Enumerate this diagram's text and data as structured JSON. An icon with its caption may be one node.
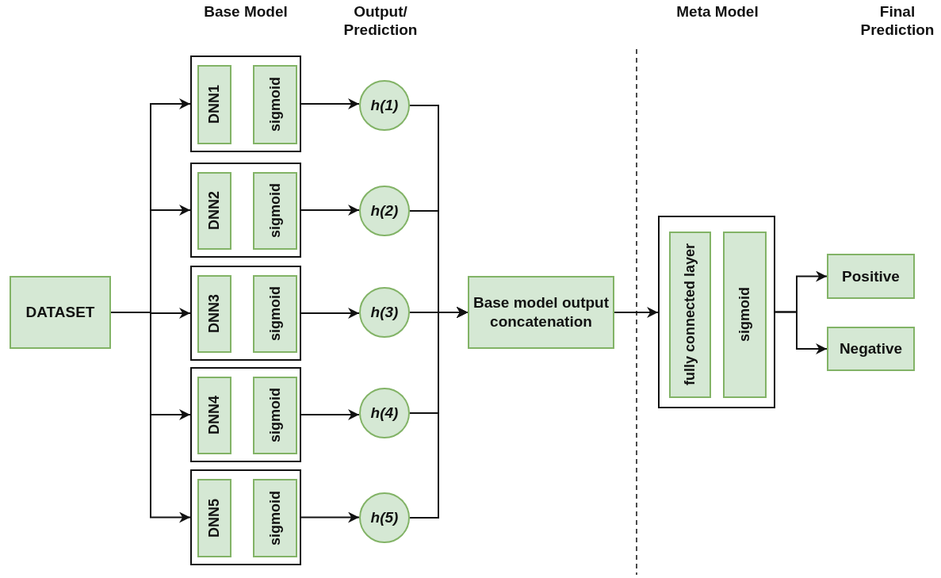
{
  "diagram": {
    "nodes": [
      {
        "text": [
          "DATASET"
        ]
      },
      {
        "text": [],
        "shape": "box"
      },
      {
        "text": [
          "DNN1"
        ],
        "in": 1
      },
      {
        "text": [
          "sigmoid"
        ],
        "in": 1
      },
      {
        "text": [],
        "shape": "box"
      },
      {
        "text": [
          "DNN2"
        ],
        "in": 4
      },
      {
        "text": [
          "sigmoid"
        ],
        "in": 4
      },
      {
        "text": [],
        "shape": "box"
      },
      {
        "text": [
          "DNN3"
        ],
        "in": 7
      },
      {
        "text": [
          "sigmoid"
        ],
        "in": 7
      },
      {
        "text": [],
        "shape": "box"
      },
      {
        "text": [
          "DNN4"
        ],
        "in": 10
      },
      {
        "text": [
          "sigmoid"
        ],
        "in": 10
      },
      {
        "text": [],
        "shape": "box"
      },
      {
        "text": [
          "DNN5"
        ],
        "in": 13
      },
      {
        "text": [
          "sigmoid"
        ],
        "in": 13
      },
      {
        "text": [
          "h(1)"
        ]
      },
      {
        "text": [
          "h(2)"
        ]
      },
      {
        "text": [
          "h(3)"
        ]
      },
      {
        "text": [
          "h(4)"
        ]
      },
      {
        "text": [
          "h(5)"
        ]
      },
      {
        "text": [
          "Base model output concatenation"
        ]
      },
      {
        "text": [],
        "shape": "box"
      },
      {
        "text": [
          "fully connected layer"
        ],
        "in": 22
      },
      {
        "text": [
          "sigmoid"
        ],
        "in": 22
      },
      {
        "text": [
          "Positive"
        ]
      },
      {
        "text": [
          "Negative"
        ]
      }
    ],
    "edges": [
      {
        "from": 0,
        "to": 1,
        "arrow": "to"
      },
      {
        "from": 0,
        "to": 4,
        "arrow": "to"
      },
      {
        "from": 0,
        "to": 7,
        "arrow": "to"
      },
      {
        "from": 0,
        "to": 10,
        "arrow": "to"
      },
      {
        "from": 0,
        "to": 13,
        "arrow": "to"
      },
      {
        "from": 1,
        "to": 16,
        "arrow": "to"
      },
      {
        "from": 4,
        "to": 17,
        "arrow": "to"
      },
      {
        "from": 7,
        "to": 18,
        "arrow": "to"
      },
      {
        "from": 10,
        "to": 19,
        "arrow": "to"
      },
      {
        "from": 13,
        "to": 20,
        "arrow": "to"
      },
      {
        "from": 16,
        "to": 21,
        "arrow": "to"
      },
      {
        "from": 17,
        "to": 21,
        "arrow": "to"
      },
      {
        "from": 18,
        "to": 21,
        "arrow": "to"
      },
      {
        "from": 19,
        "to": 21,
        "arrow": "to"
      },
      {
        "from": 20,
        "to": 21,
        "arrow": "to"
      },
      {
        "from": 21,
        "to": 22,
        "arrow": "to"
      },
      {
        "from": 22,
        "to": 25,
        "arrow": "to"
      },
      {
        "from": 22,
        "to": 26,
        "arrow": "to"
      }
    ],
    "labels": [
      "Base Model",
      "Output/ Prediction",
      "Meta Model",
      "Final Prediction"
    ]
  }
}
